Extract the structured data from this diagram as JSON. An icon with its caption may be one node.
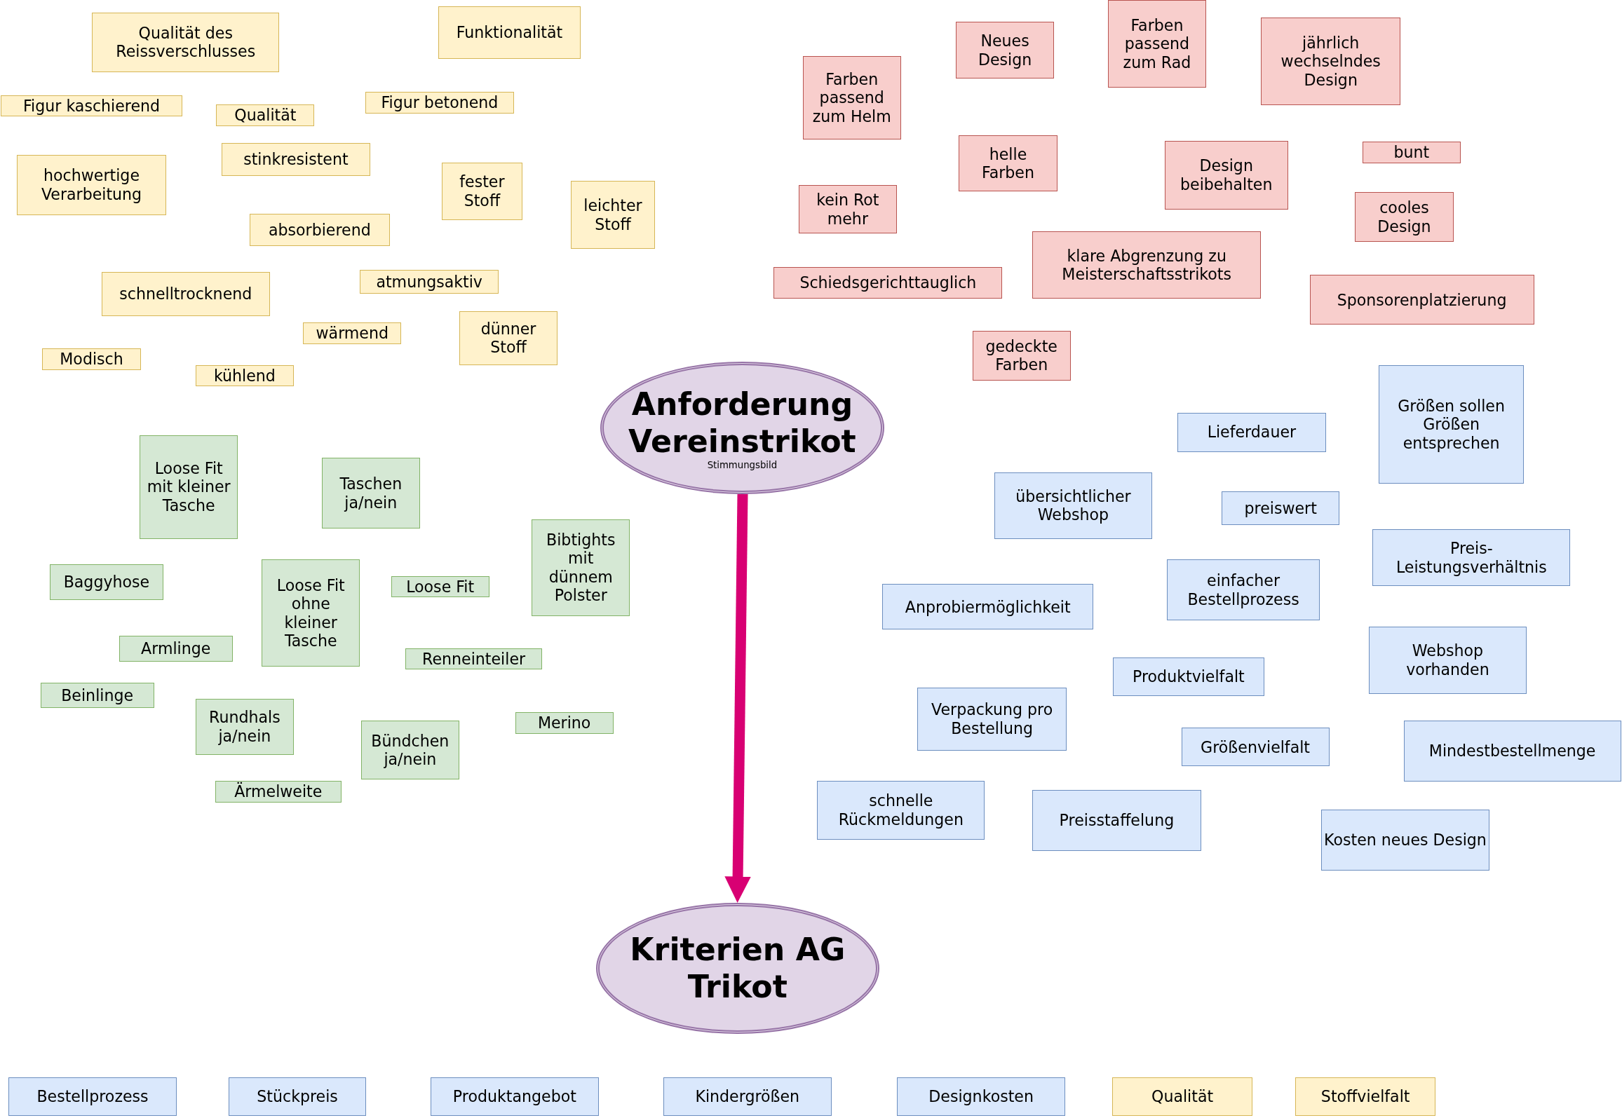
{
  "diagram": {
    "nodes": [
      {
        "text": [
          "Qualität des Reissverschlusses"
        ]
      },
      {
        "text": [
          "Funktionalität"
        ]
      },
      {
        "text": [
          "Figur kaschierend"
        ]
      },
      {
        "text": [
          "Qualität"
        ]
      },
      {
        "text": [
          "Figur betonend"
        ]
      },
      {
        "text": [
          "hochwertige Verarbeitung"
        ]
      },
      {
        "text": [
          "stinkresistent"
        ]
      },
      {
        "text": [
          "fester Stoff"
        ]
      },
      {
        "text": [
          "leichter Stoff"
        ]
      },
      {
        "text": [
          "absorbierend"
        ]
      },
      {
        "text": [
          "schnelltrocknend"
        ]
      },
      {
        "text": [
          "atmungsaktiv"
        ]
      },
      {
        "text": [
          "wärmend"
        ]
      },
      {
        "text": [
          "dünner Stoff"
        ]
      },
      {
        "text": [
          "Modisch"
        ]
      },
      {
        "text": [
          "kühlend"
        ]
      },
      {
        "text": [
          "Farben passend zum Helm"
        ]
      },
      {
        "text": [
          "Neues Design"
        ]
      },
      {
        "text": [
          "Farben passend zum Rad"
        ]
      },
      {
        "text": [
          "jährlich wechselndes Design"
        ]
      },
      {
        "text": [
          "helle Farben"
        ]
      },
      {
        "text": [
          "Design beibehalten"
        ]
      },
      {
        "text": [
          "bunt"
        ]
      },
      {
        "text": [
          "kein Rot mehr"
        ]
      },
      {
        "text": [
          "cooles Design"
        ]
      },
      {
        "text": [
          "klare Abgrenzung zu Meisterschaftsstrikots"
        ]
      },
      {
        "text": [
          "Schiedsgerichttauglich"
        ]
      },
      {
        "text": [
          "Sponsorenplatzierung"
        ]
      },
      {
        "text": [
          "gedeckte Farben"
        ]
      },
      {
        "text": [
          "Anforderung Vereinstrikot",
          "Stimmungsbild"
        ]
      },
      {
        "text": [
          "Lieferdauer"
        ]
      },
      {
        "text": [
          "Größen sollen Größen entsprechen"
        ]
      },
      {
        "text": [
          "übersichtlicher Webshop"
        ]
      },
      {
        "text": [
          "preiswert"
        ]
      },
      {
        "text": [
          "Preis-Leistungsverhältnis"
        ]
      },
      {
        "text": [
          "einfacher Bestellprozess"
        ]
      },
      {
        "text": [
          "Anprobiermöglichkeit"
        ]
      },
      {
        "text": [
          "Produktvielfalt"
        ]
      },
      {
        "text": [
          "Webshop vorhanden"
        ]
      },
      {
        "text": [
          "Verpackung pro Bestellung"
        ]
      },
      {
        "text": [
          "Größenvielfalt"
        ]
      },
      {
        "text": [
          "Mindestbestellmenge"
        ]
      },
      {
        "text": [
          "schnelle Rückmeldungen"
        ]
      },
      {
        "text": [
          "Preisstaffelung"
        ]
      },
      {
        "text": [
          "Kosten neues Design"
        ]
      },
      {
        "text": [
          "Loose Fit mit kleiner Tasche"
        ]
      },
      {
        "text": [
          "Taschen ja/nein"
        ]
      },
      {
        "text": [
          "Bibtights mit dünnem Polster"
        ]
      },
      {
        "text": [
          "Baggyhose"
        ]
      },
      {
        "text": [
          "Loose Fit ohne kleiner Tasche"
        ]
      },
      {
        "text": [
          "Loose Fit"
        ]
      },
      {
        "text": [
          "Armlinge"
        ]
      },
      {
        "text": [
          "Renneinteiler"
        ]
      },
      {
        "text": [
          "Beinlinge"
        ]
      },
      {
        "text": [
          "Rundhals ja/nein"
        ]
      },
      {
        "text": [
          "Bündchen ja/nein"
        ]
      },
      {
        "text": [
          "Merino"
        ]
      },
      {
        "text": [
          "Ärmelweite"
        ]
      },
      {
        "text": [
          "Kriterien AG Trikot"
        ]
      },
      {
        "text": [
          "Bestellprozess"
        ]
      },
      {
        "text": [
          "Stückpreis"
        ]
      },
      {
        "text": [
          "Produktangebot"
        ]
      },
      {
        "text": [
          "Kindergrößen"
        ]
      },
      {
        "text": [
          "Designkosten"
        ]
      },
      {
        "text": [
          "Qualität"
        ]
      },
      {
        "text": [
          "Stoffvielfalt"
        ]
      }
    ],
    "edges": [
      {
        "from": 29,
        "to": 58,
        "arrow": "to",
        "color": "#d80073"
      }
    ]
  }
}
